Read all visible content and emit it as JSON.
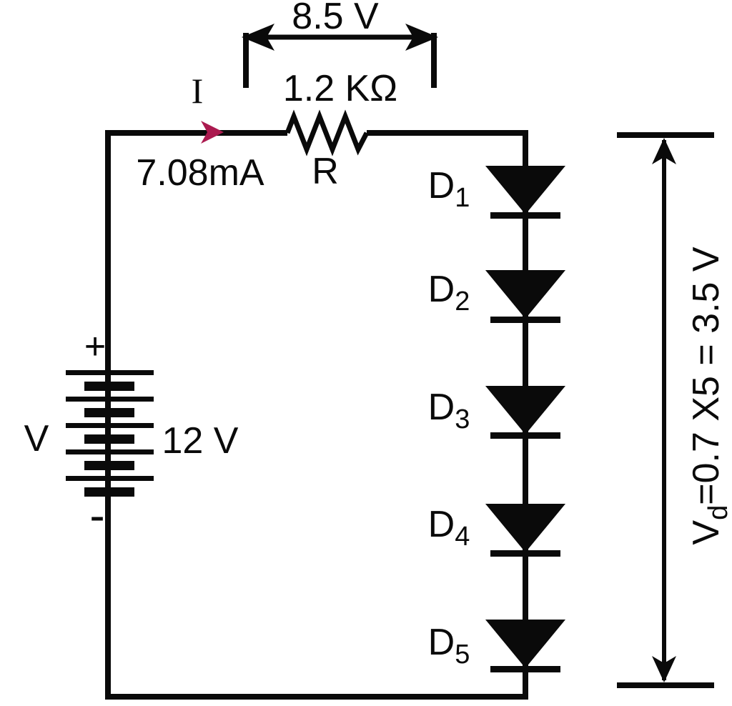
{
  "labels": {
    "top_voltage": "8.5 V",
    "resistor_value": "1.2 KΩ",
    "resistor_name": "R",
    "current_symbol": "I",
    "current_value": "7.08mA",
    "battery_plus": "+",
    "battery_minus": "-",
    "battery_symbol": "V",
    "battery_value": "12 V"
  },
  "diodes": [
    {
      "label": "D",
      "sub": "1"
    },
    {
      "label": "D",
      "sub": "2"
    },
    {
      "label": "D",
      "sub": "3"
    },
    {
      "label": "D",
      "sub": "4"
    },
    {
      "label": "D",
      "sub": "5"
    }
  ],
  "diode_drop": {
    "prefix": "V",
    "sub": "d",
    "rest": "=0.7 X5 = 3.5 V"
  },
  "colors": {
    "wire": "#0a0a0a",
    "current_arrow": "#ab1a4f",
    "background": "#ffffff"
  }
}
